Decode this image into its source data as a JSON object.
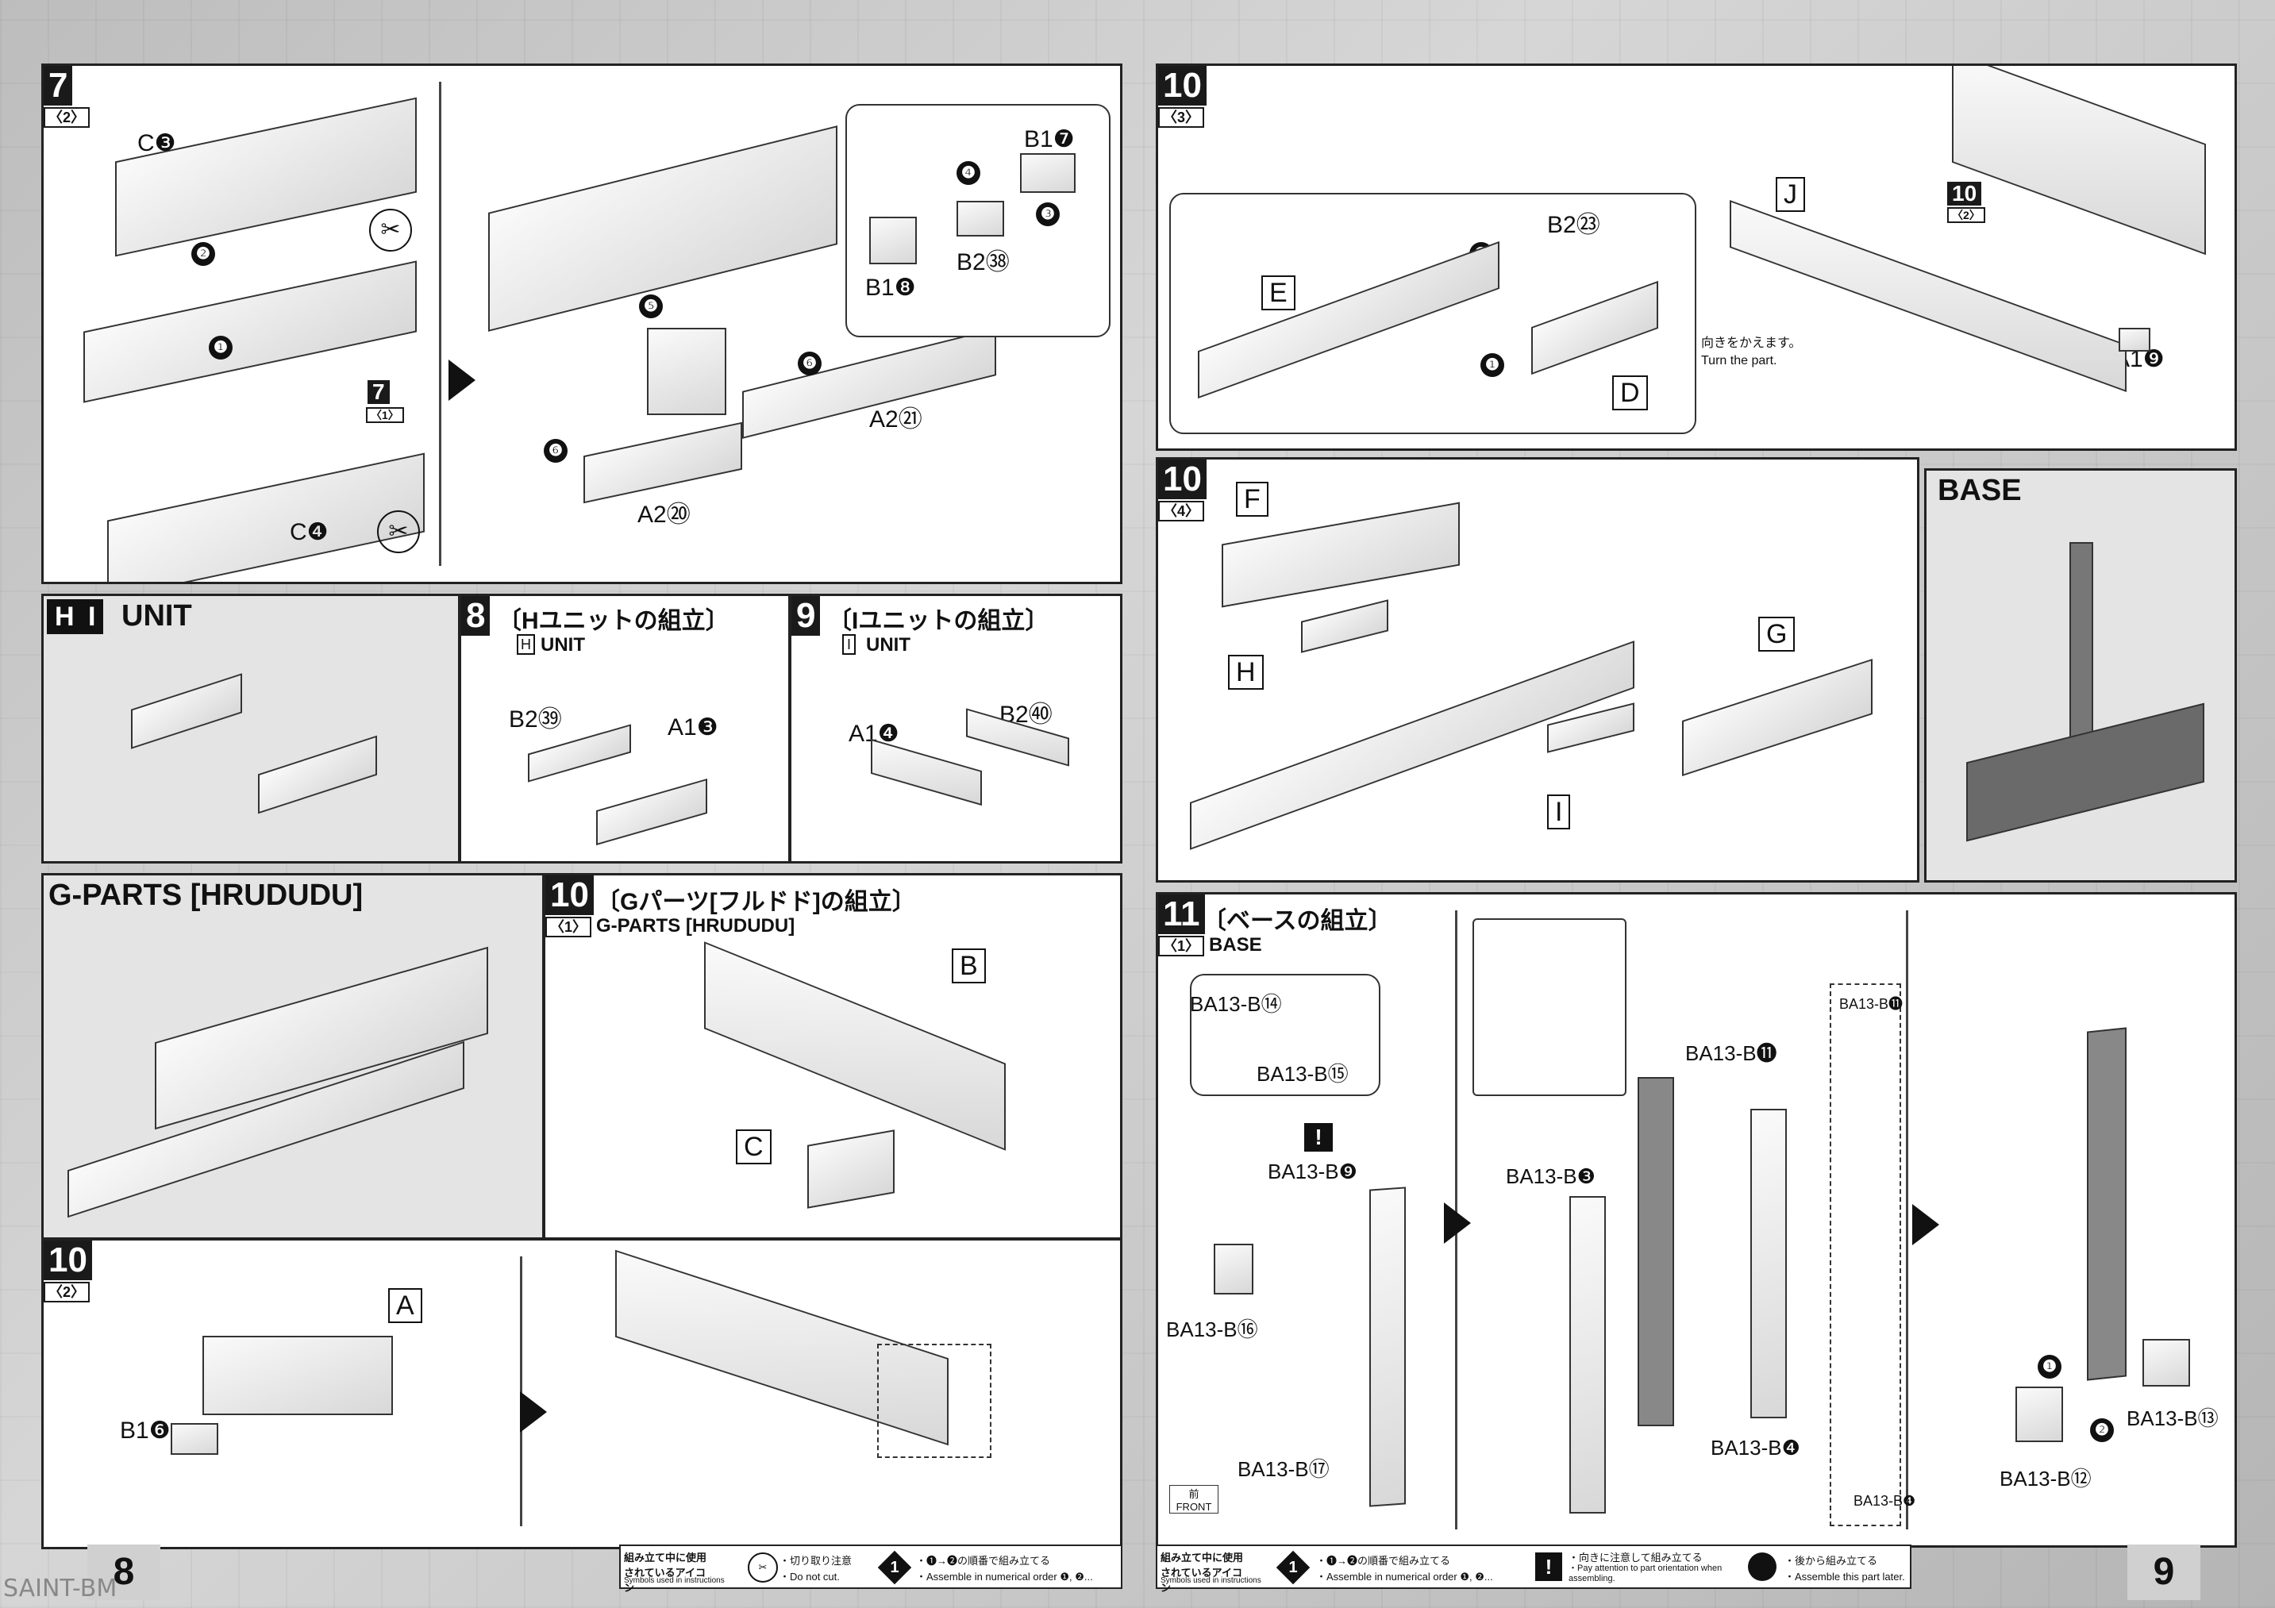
{
  "page_left_number": "8",
  "page_right_number": "9",
  "watermark": "SAINT-BM",
  "step7": {
    "num": "7",
    "sub": "〈2〉",
    "labels": [
      "C❸",
      "C❹",
      "A2㉑",
      "A2⑳",
      "B1❼",
      "B1❽",
      "B2㊳"
    ],
    "ref_num": "7",
    "ref_sub": "〈1〉",
    "seq": [
      "❶",
      "❷",
      "❸",
      "❹",
      "❺",
      "❻",
      "❻"
    ]
  },
  "hi_unit": {
    "h": "H",
    "i": "I",
    "title": "UNIT"
  },
  "step8": {
    "num": "8",
    "title": "〔Hユニットの組立〕",
    "sub_box": "H",
    "sub": "UNIT",
    "labels": [
      "B2㊴",
      "A1❸"
    ]
  },
  "step9": {
    "num": "9",
    "title": "〔Iユニットの組立〕",
    "sub_box": "I",
    "sub": "UNIT",
    "labels": [
      "A1❹",
      "B2㊵"
    ]
  },
  "gparts": {
    "title": "G-PARTS [HRUDUDU]"
  },
  "step10_1": {
    "num": "10",
    "sub": "〈1〉",
    "title": "〔Gパーツ[フルドド]の組立〕",
    "subtitle": "G-PARTS [HRUDUDU]",
    "labels": [
      "B",
      "C"
    ]
  },
  "step10_2": {
    "num": "10",
    "sub": "〈2〉",
    "labels": [
      "A",
      "B1❻"
    ]
  },
  "step10_3": {
    "num": "10",
    "sub": "〈3〉",
    "labels": [
      "E",
      "D",
      "B2㉓",
      "J",
      "A1❾"
    ],
    "ref_num": "10",
    "ref_sub": "〈2〉",
    "note_jp": "向きをかえます。",
    "note_en": "Turn the part.",
    "seq": [
      "❶",
      "❷"
    ]
  },
  "step10_4": {
    "num": "10",
    "sub": "〈4〉",
    "labels": [
      "F",
      "H",
      "G",
      "I"
    ]
  },
  "base": {
    "title": "BASE"
  },
  "step11": {
    "num": "11",
    "sub": "〈1〉",
    "title": "〔ベースの組立〕",
    "subtitle": "BASE",
    "labels": [
      "BA13-B⑭",
      "BA13-B⑮",
      "BA13-B❾",
      "BA13-B⑯",
      "BA13-B⑰",
      "BA13-B❸",
      "BA13-B⓫",
      "BA13-B❹",
      "BA13-B⓫",
      "BA13-B❹",
      "BA13-B⑬",
      "BA13-B⑫"
    ],
    "front_jp": "前",
    "front_en": "FRONT",
    "seq": [
      "❶",
      "❷"
    ],
    "attention": "!"
  },
  "footer_left": {
    "title_jp": "組み立て中に使用されているアイコン",
    "title_en": "Symbols used in instructions",
    "cut_jp": "・切り取り注意",
    "cut_en": "・Do not cut.",
    "order_jp": "・❶→❷の順番で組み立てる",
    "order_en": "・Assemble in numerical order ❶, ❷..."
  },
  "footer_right": {
    "title_jp": "組み立て中に使用されているアイコン",
    "title_en": "Symbols used in instructions",
    "order_jp": "・❶→❷の順番で組み立てる",
    "order_en": "・Assemble in numerical order ❶, ❷...",
    "attn_jp": "・向きに注意して組み立てる",
    "attn_en": "・Pay attention to part orientation when assembling.",
    "later_jp": "・後から組み立てる",
    "later_en": "・Assemble this part later."
  }
}
